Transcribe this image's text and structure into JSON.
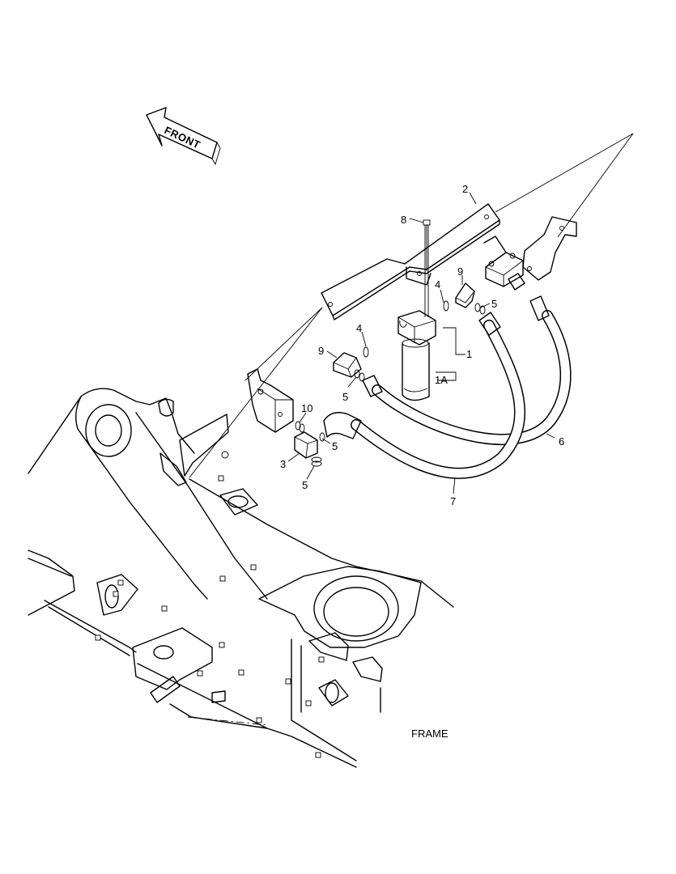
{
  "diagram": {
    "front_arrow_label": "FRONT",
    "section_label": "FRAME",
    "callouts": {
      "filter_assembly": "1",
      "filter_element": "1A",
      "bracket": "2",
      "adapter_lower": "3",
      "oring_upper": "4",
      "oring_left": "4",
      "oring_fitting_upper": "5",
      "oring_filter_left": "5",
      "oring_elbow": "5",
      "oring_adapter": "5",
      "hose_6": "6",
      "hose_7": "7",
      "bolt": "8",
      "elbow_upper": "9",
      "elbow_left": "9",
      "fitting_10": "10"
    }
  }
}
